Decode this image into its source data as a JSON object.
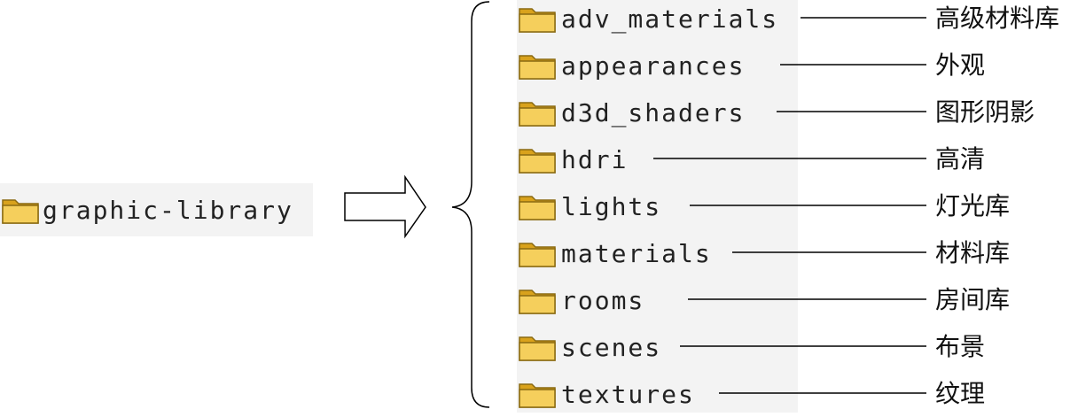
{
  "root": {
    "name": "graphic-library",
    "icon": "folder-icon"
  },
  "folders": [
    {
      "name": "adv_materials",
      "label": "高级材料库"
    },
    {
      "name": "appearances",
      "label": "外观"
    },
    {
      "name": "d3d_shaders",
      "label": "图形阴影"
    },
    {
      "name": "hdri",
      "label": "高清"
    },
    {
      "name": "lights",
      "label": "灯光库"
    },
    {
      "name": "materials",
      "label": "材料库"
    },
    {
      "name": "rooms",
      "label": "房间库"
    },
    {
      "name": "scenes",
      "label": "布景"
    },
    {
      "name": "textures",
      "label": "纹理"
    }
  ],
  "colors": {
    "folder_fill": "#f5cf5c",
    "folder_dark": "#d9a21c",
    "folder_outline": "#8a6a12",
    "panel_bg": "#f3f3f3",
    "line": "#000000"
  }
}
